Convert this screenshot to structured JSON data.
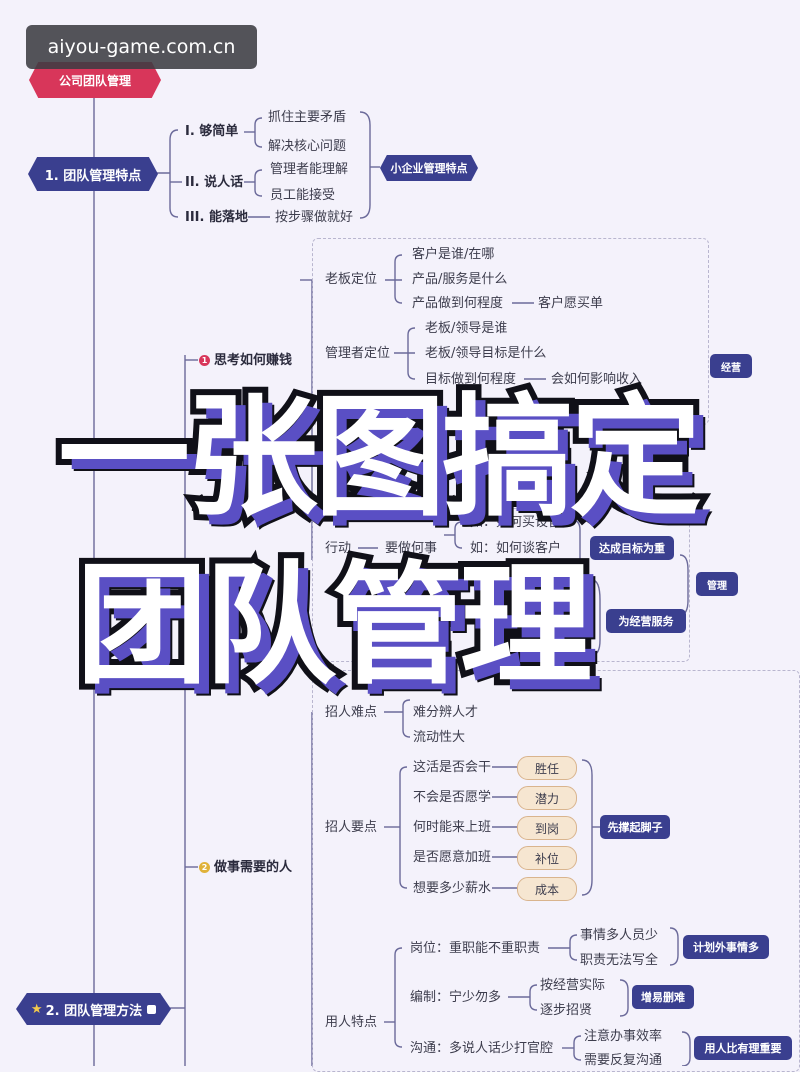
{
  "watermark": "aiyou-game.com.cn",
  "root": "公司团队管理",
  "overlay": {
    "line1": "一张图搞定",
    "line2": "团队管理"
  },
  "section1": {
    "title": "1. 团队管理特点",
    "items": [
      {
        "label": "I. 够简单",
        "children": [
          "抓住主要矛盾",
          "解决核心问题"
        ]
      },
      {
        "label": "II. 说人话",
        "children": [
          "管理者能理解",
          "员工能接受"
        ]
      },
      {
        "label": "III. 能落地",
        "children": [
          "按步骤做就好"
        ]
      }
    ],
    "summary": "小企业管理特点"
  },
  "section_think": {
    "badge": "1",
    "title": "思考如何赚钱",
    "boss": {
      "label": "老板定位",
      "children": [
        "客户是谁/在哪",
        "产品/服务是什么",
        "产品做到何程度"
      ],
      "result": "客户愿买单"
    },
    "manager": {
      "label": "管理者定位",
      "children": [
        "老板/领导是谁",
        "老板/领导目标是什么",
        "目标做到何程度"
      ],
      "result": "会如何影响收入"
    },
    "tag": "经营"
  },
  "section_action": {
    "label": "行动",
    "sub": "要做何事",
    "children": [
      "如：如何买设备",
      "如：如何谈客户"
    ],
    "result": "达成目标为重",
    "result2": "为经营服务",
    "tag": "管理"
  },
  "section_people": {
    "badge": "2",
    "title": "做事需要的人",
    "hire_difficulty": {
      "label": "招人难点",
      "children": [
        "难分辨人才",
        "流动性大"
      ]
    },
    "hire_points": {
      "label": "招人要点",
      "rows": [
        {
          "q": "这活是否会干",
          "a": "胜任"
        },
        {
          "q": "不会是否愿学",
          "a": "潜力"
        },
        {
          "q": "何时能来上班",
          "a": "到岗"
        },
        {
          "q": "是否愿意加班",
          "a": "补位"
        },
        {
          "q": "想要多少薪水",
          "a": "成本"
        }
      ],
      "result": "先撑起脚子"
    },
    "use": {
      "label": "用人特点",
      "post": {
        "q": "岗位：重职能不重职责",
        "children": [
          "事情多人员少",
          "职责无法写全"
        ],
        "result": "计划外事情多"
      },
      "staff": {
        "q": "编制：宁少勿多",
        "children": [
          "按经营实际",
          "逐步招贤"
        ],
        "result": "增易删难"
      },
      "comm": {
        "q": "沟通：多说人话少打官腔",
        "children": [
          "注意办事效率",
          "需要反复沟通"
        ],
        "result": "用人比有理重要"
      }
    }
  },
  "section2": {
    "title": "2. 团队管理方法",
    "star": "★"
  },
  "colors": {
    "navy": "#3a3f8f",
    "red": "#d8365a",
    "purple": "#4b4aa6",
    "line": "#6b6a9a"
  }
}
